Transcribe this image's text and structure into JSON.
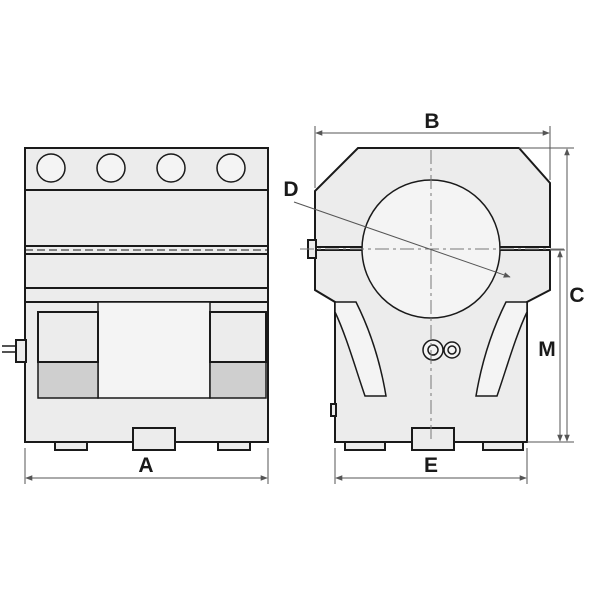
{
  "dimensions": {
    "a": "A",
    "b": "B",
    "c": "C",
    "d": "D",
    "e": "E",
    "m": "M"
  },
  "colors": {
    "line": "#1a1a1a",
    "fill": "#ececec",
    "dim": "#555555"
  }
}
